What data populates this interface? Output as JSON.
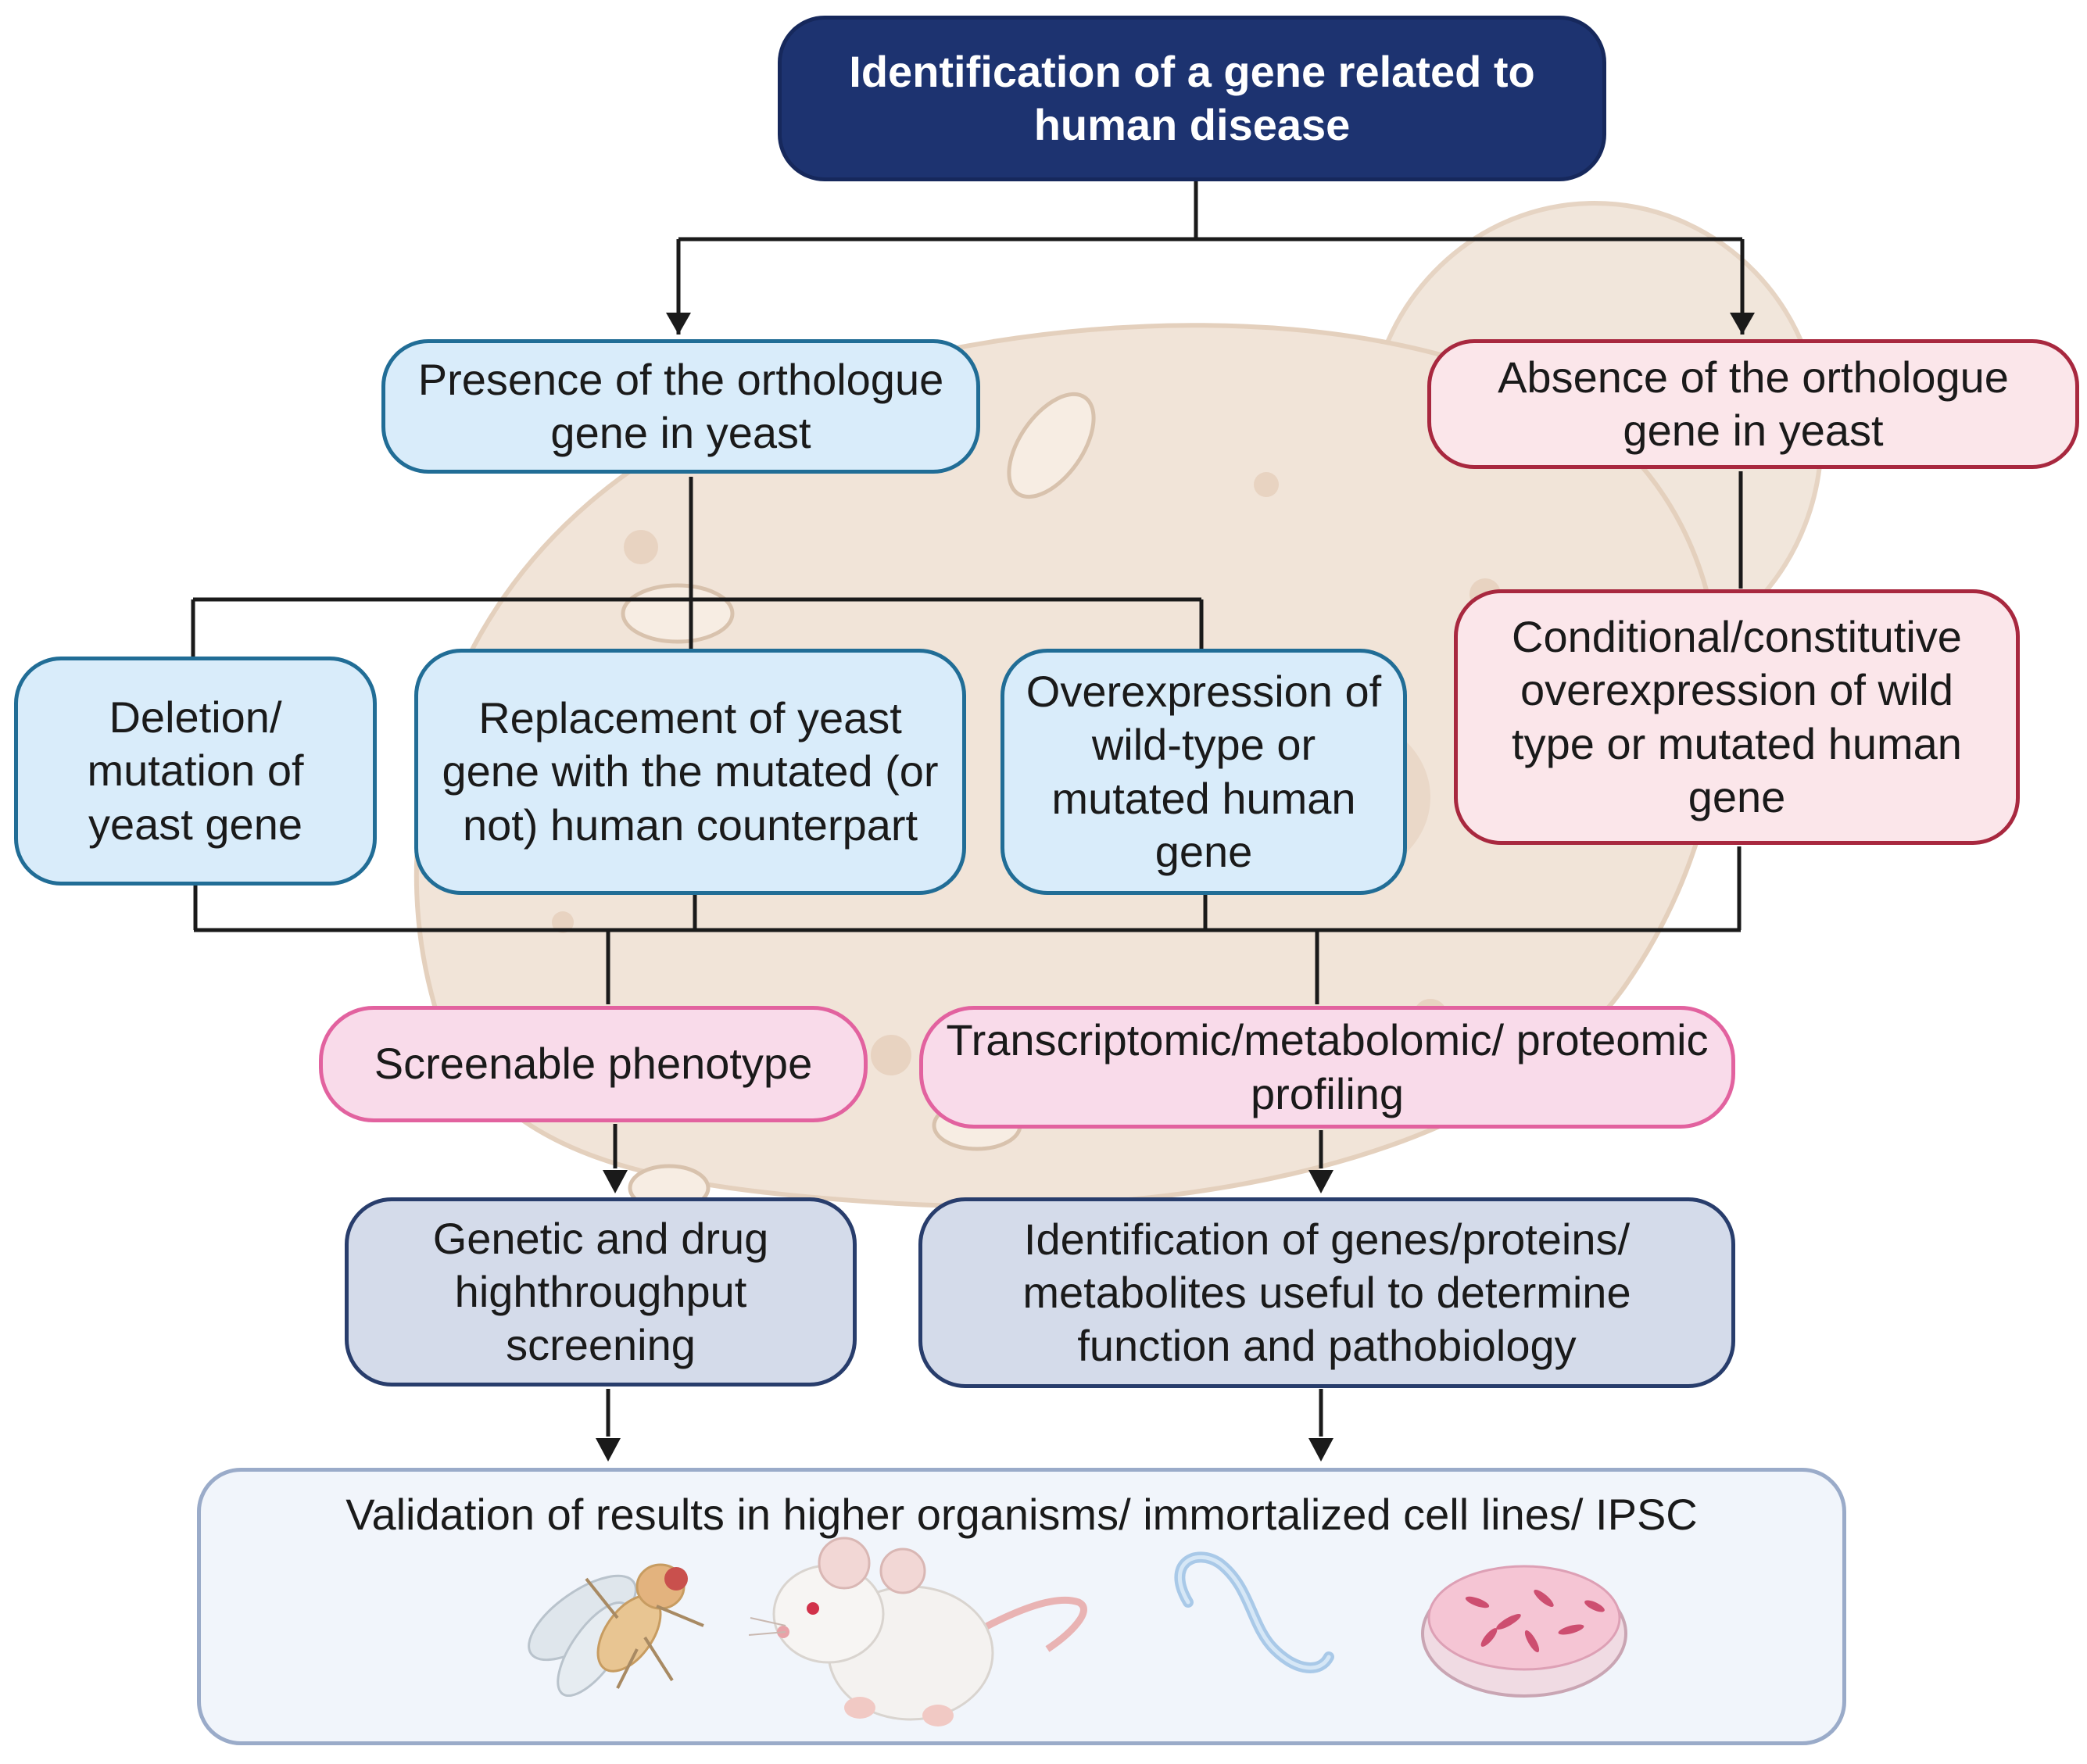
{
  "title": "Identification of a gene related to human disease",
  "presence": "Presence of the orthologue gene in yeast",
  "absence": "Absence of the orthologue gene in yeast",
  "deletion": "Deletion/ mutation of yeast gene",
  "replacement": "Replacement of yeast gene with the mutated (or not) human counterpart",
  "overexpression": "Overexpression of wild-type or mutated human gene",
  "conditional": "Conditional/constitutive overexpression of wild type or mutated human gene",
  "phenotype": "Screenable phenotype",
  "profiling": "Transcriptomic/metabolomic/ proteomic profiling",
  "screening": "Genetic and drug highthroughput screening",
  "identification": "Identification of genes/proteins/ metabolites useful to determine function and pathobiology",
  "validation": "Validation of results in higher organisms/ immortalized cell lines/ IPSC",
  "validation_icons": [
    "fruit-fly-icon",
    "mouse-icon",
    "nematode-worm-icon",
    "petri-dish-cells-icon"
  ],
  "colors": {
    "title_fill": "#1d3370",
    "blue_fill": "#d9ecfa",
    "blue_border": "#216d96",
    "red_fill": "#fbe6ea",
    "red_border": "#a8283f",
    "pink_fill": "#f9dbea",
    "pink_border": "#e2629f",
    "navy_fill": "#d4dbea",
    "navy_border": "#283d6c",
    "connector": "#1a1a1a",
    "yeast_cell": "#f1e4d8"
  }
}
